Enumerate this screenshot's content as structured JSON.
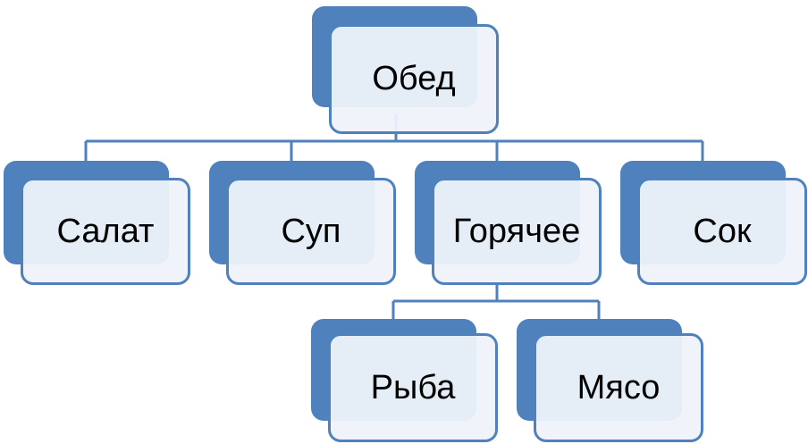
{
  "diagram": {
    "root": {
      "label": "Обед"
    },
    "children": [
      {
        "label": "Салат"
      },
      {
        "label": "Суп"
      },
      {
        "label": "Горячее"
      },
      {
        "label": "Сок"
      }
    ],
    "grandchildren": [
      {
        "label": "Рыба"
      },
      {
        "label": "Мясо"
      }
    ]
  },
  "colors": {
    "accent": "#4f81bd",
    "box_fill": "#eff3fa",
    "line": "#4f81bd",
    "text": "#000000"
  }
}
